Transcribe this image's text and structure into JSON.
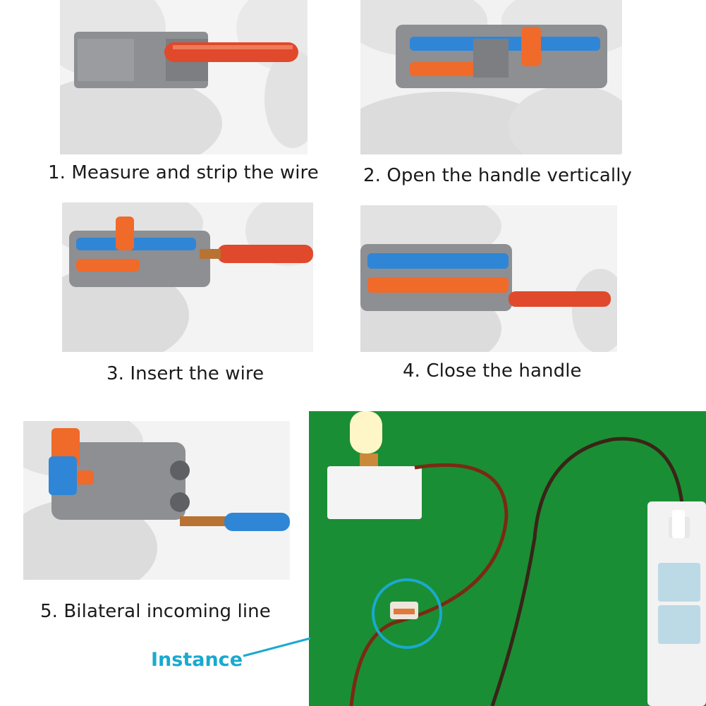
{
  "steps": [
    {
      "caption": "1. Measure and strip the wire"
    },
    {
      "caption": "2. Open the handle vertically"
    },
    {
      "caption": "3. Insert the wire"
    },
    {
      "caption": "4. Close the handle"
    },
    {
      "caption": "5. Bilateral incoming line"
    }
  ],
  "instance": {
    "label": "Instance"
  },
  "colors": {
    "accent": "#1aa9cf",
    "connector_gray": "#8d8f93",
    "lever_blue": "#2f86d6",
    "lever_orange": "#f06a2a",
    "wire_red": "#e0492b",
    "table_green": "#1f9a3a"
  }
}
